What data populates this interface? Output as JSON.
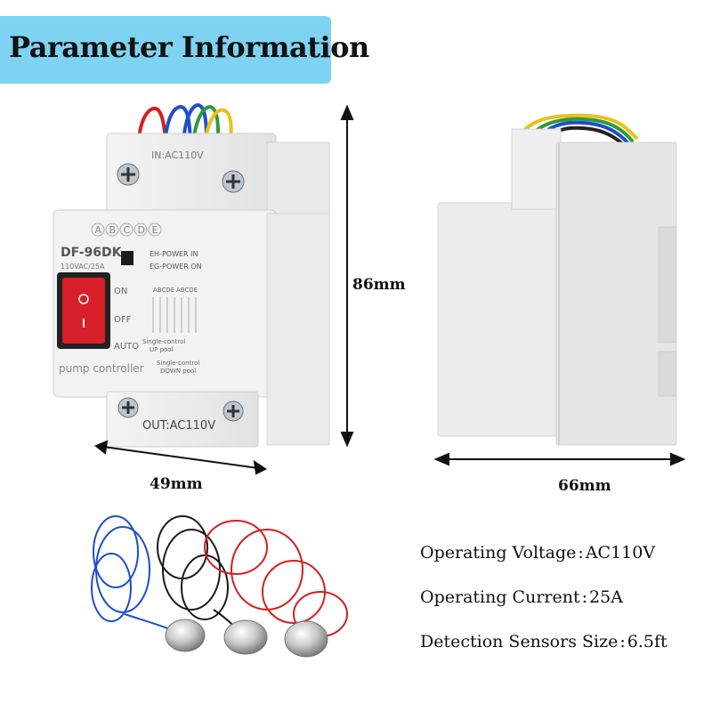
{
  "title": "Parameter Information",
  "dimensions": {
    "height": "86mm",
    "width": "49mm",
    "depth": "66mm"
  },
  "device": {
    "model": "DF-96DK",
    "rating": "110VAC/25A",
    "terminal_letters": [
      "A",
      "B",
      "C",
      "D",
      "E"
    ],
    "top_label": "IN:AC110V",
    "switch_on": "ON",
    "switch_off": "OFF",
    "switch_auto": "AUTO",
    "legend_eh": "EH-POWER IN",
    "legend_eg": "EG-POWER ON",
    "header_left": "ABCDE",
    "header_right": "ABCDE",
    "mode_up_1": "Single-control",
    "mode_up_2": "UP pool",
    "mode_down_1": "Single-control",
    "mode_down_2": "DOWN pool",
    "product_name": "pump controller",
    "out_label": "OUT:AC110V"
  },
  "specs": [
    {
      "label": "Operating Voltage",
      "value": "AC110V"
    },
    {
      "label": "Operating Current",
      "value": "25A"
    },
    {
      "label": "Detection Sensors Size",
      "value": "6.5ft"
    }
  ],
  "colors": {
    "banner": "#7fd3f2",
    "wire_red": "#d42020",
    "wire_blue": "#1d4fc9",
    "wire_green": "#2f9a3c",
    "wire_yellow": "#e8c21a",
    "switch_red": "#d81f2a"
  }
}
